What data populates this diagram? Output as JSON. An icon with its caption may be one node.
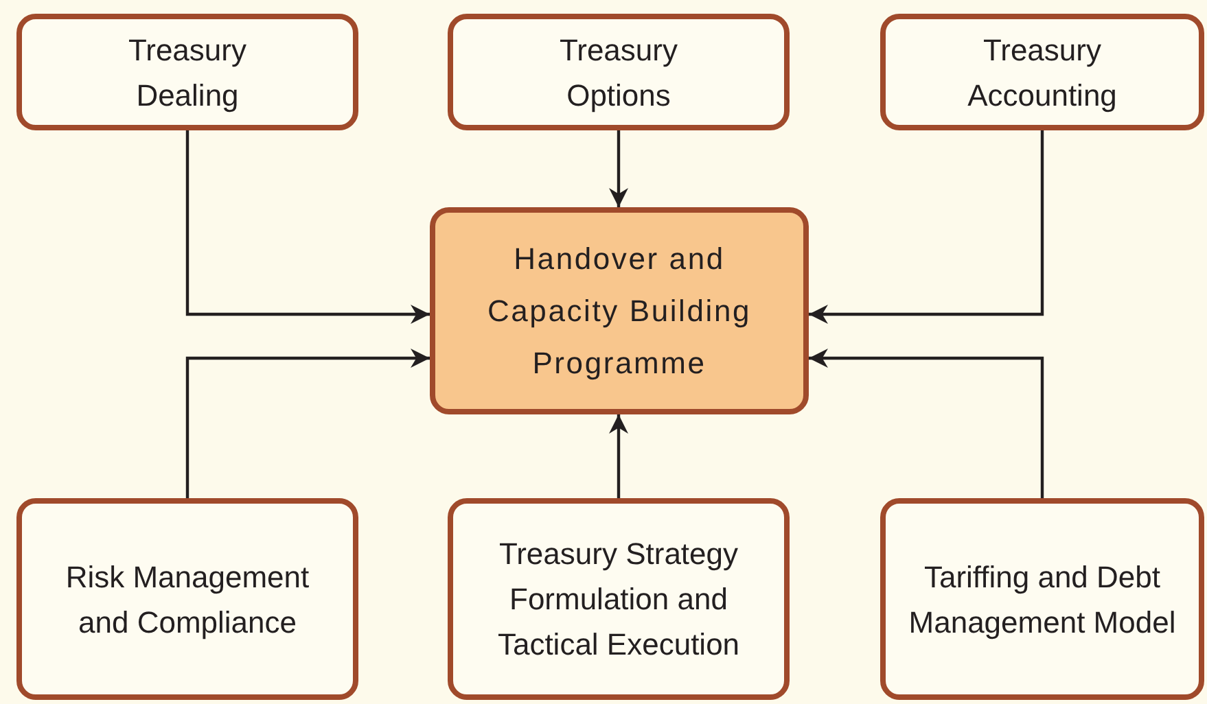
{
  "diagram": {
    "nodes": [
      {
        "text": [
          "Treasury Dealing"
        ]
      },
      {
        "text": [
          "Treasury Options"
        ]
      },
      {
        "text": [
          "Treasury Accounting"
        ]
      },
      {
        "text": [
          "Handover and Capacity Building Programme"
        ]
      },
      {
        "text": [
          "Risk Management and Compliance"
        ]
      },
      {
        "text": [
          "Treasury Strategy Formulation and Tactical Execution"
        ]
      },
      {
        "text": [
          "Tariffing and Debt Management Model"
        ]
      }
    ],
    "edges": [
      {
        "from": 0,
        "to": 3,
        "arrow": "to"
      },
      {
        "from": 1,
        "to": 3,
        "arrow": "to"
      },
      {
        "from": 2,
        "to": 3,
        "arrow": "to"
      },
      {
        "from": 4,
        "to": 3,
        "arrow": "to"
      },
      {
        "from": 5,
        "to": 3,
        "arrow": "to"
      },
      {
        "from": 6,
        "to": 3,
        "arrow": "to"
      }
    ]
  }
}
